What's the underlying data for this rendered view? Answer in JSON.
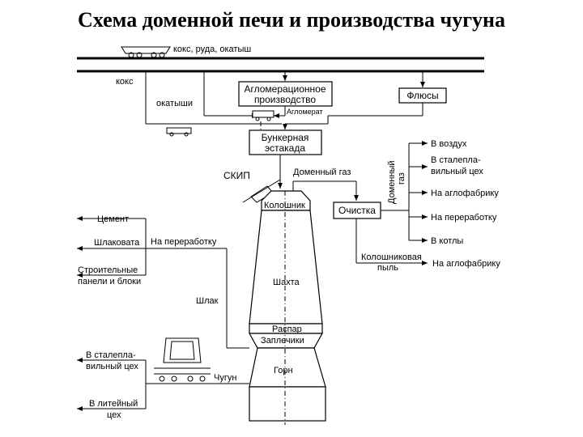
{
  "title": "Схема доменной печи и производства чугуна",
  "labels": {
    "rail_top": "кокс, руда, окатыш",
    "koks": "кокс",
    "okatyshi": "окатыши",
    "aglomeration_1": "Агломерационное",
    "aglomeration_2": "производство",
    "aglomerat": "Агломерат",
    "flux": "Флюсы",
    "bunker_1": "Бункерная",
    "bunker_2": "эстакада",
    "skip": "СКИП",
    "domain_gas": "Доменный газ",
    "domain_gas_v1": "Доменный",
    "domain_gas_v2": "газ",
    "cleaning": "Очистка",
    "gas_dest": [
      "В воздух",
      "В сталепла-",
      "вильный цех",
      "На аглофабрику",
      "На переработку",
      "В котлы"
    ],
    "dust_1": "Колошниковая",
    "dust_2": "пыль",
    "dust_dest": "На аглофабрику",
    "koloshnik": "Колошник",
    "shakhta": "Шахта",
    "raspar": "Распар",
    "zaplechiki": "Заплечики",
    "gorn": "Горн",
    "slag": "Шлак",
    "to_processing": "На переработку",
    "slag_products": [
      "Цемент",
      "Шлаковата",
      "Строительные",
      "панели и блоки"
    ],
    "iron": "Чугун",
    "iron_dest": [
      "В сталепла-",
      "вильный цех",
      "В литейный",
      "цех"
    ]
  }
}
